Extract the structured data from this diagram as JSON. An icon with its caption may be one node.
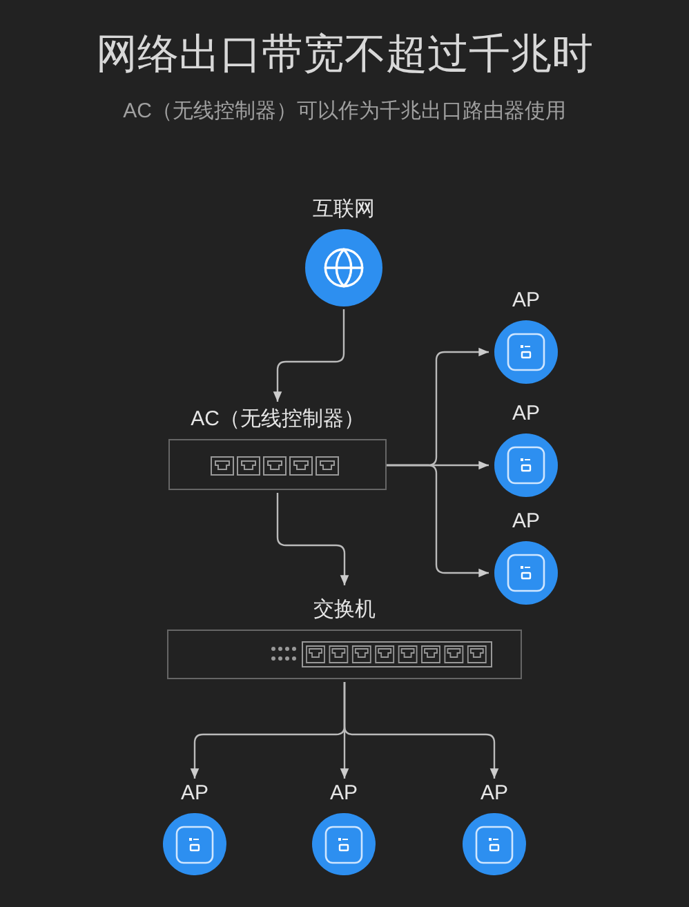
{
  "diagram": {
    "title": "网络出口带宽不超过千兆时",
    "nodes": [
      {
        "text": [
          "互联网"
        ]
      },
      {
        "text": [
          "AC（无线控制器）"
        ]
      },
      {
        "text": [
          "AP"
        ]
      },
      {
        "text": [
          "AP"
        ]
      },
      {
        "text": [
          "AP"
        ]
      },
      {
        "text": [
          "交换机"
        ]
      },
      {
        "text": [
          "AP"
        ]
      },
      {
        "text": [
          "AP"
        ]
      },
      {
        "text": [
          "AP"
        ]
      }
    ],
    "edges": [
      {
        "from": 0,
        "to": 1,
        "arrow": "to"
      },
      {
        "from": 1,
        "to": 2,
        "arrow": "to"
      },
      {
        "from": 1,
        "to": 3,
        "arrow": "to"
      },
      {
        "from": 1,
        "to": 4,
        "arrow": "to"
      },
      {
        "from": 1,
        "to": 5,
        "arrow": "to"
      },
      {
        "from": 5,
        "to": 6,
        "arrow": "to"
      },
      {
        "from": 5,
        "to": 7,
        "arrow": "to"
      },
      {
        "from": 5,
        "to": 8,
        "arrow": "to"
      }
    ],
    "labels": [
      "AC（无线控制器）可以作为千兆出口路由器使用"
    ]
  }
}
